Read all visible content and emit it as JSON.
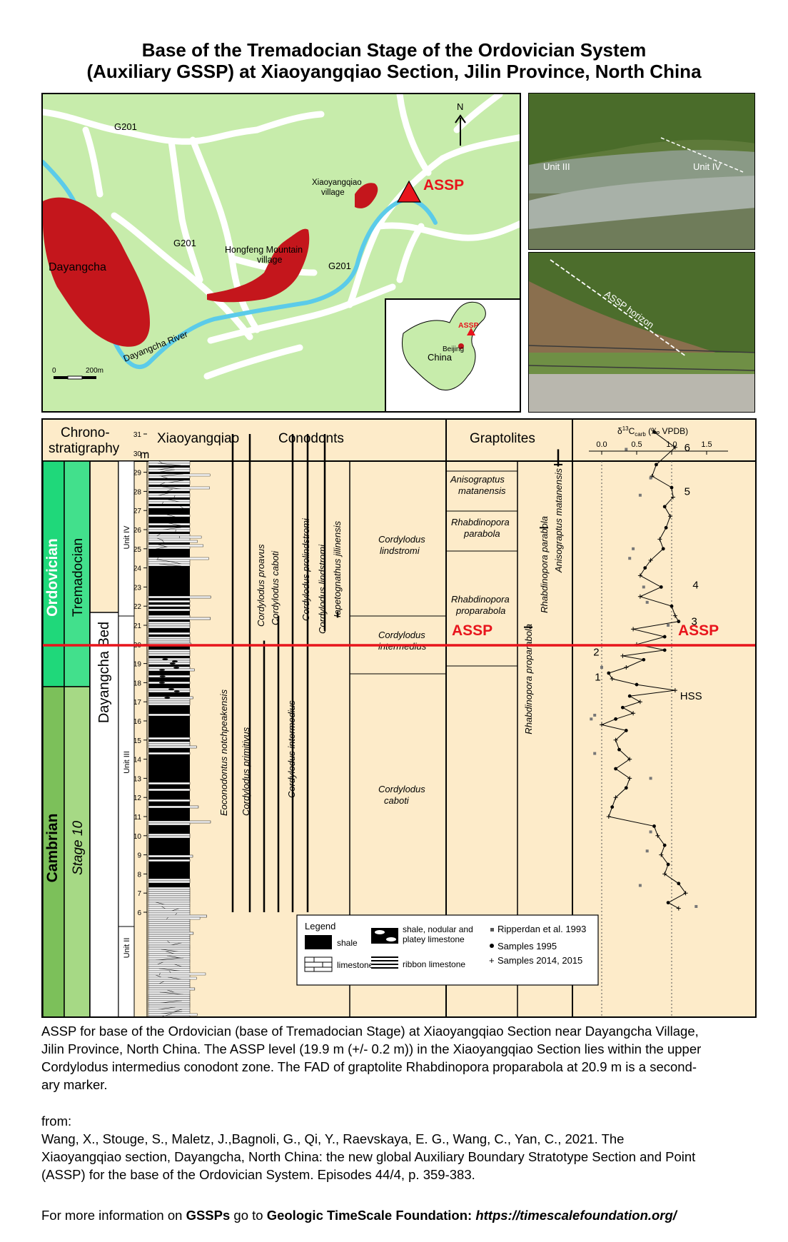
{
  "title": {
    "line1": "Base of the Tremadocian Stage of the Ordovician System",
    "line2": "(Auxiliary GSSP) at Xiaoyangqiao Section, Jilin Province, North China"
  },
  "map": {
    "road_labels": [
      "G201",
      "G201",
      "G201"
    ],
    "north": "N",
    "assp": "ASSP",
    "xiaoyangqiao_1": "Xiaoyangqiao",
    "xiaoyangqiao_2": "village",
    "hongfeng_1": "Hongfeng Mountain",
    "hongfeng_2": "village",
    "dayangcha": "Dayangcha",
    "river": "Dayangcha River",
    "scale_0": "0",
    "scale_200": "200m",
    "inset_china": "China",
    "inset_beijing": "Beijing",
    "inset_assp": "ASSP"
  },
  "photos": {
    "unit3": "Unit III",
    "unit4": "Unit IV",
    "horizon": "ASSP horizon"
  },
  "strat": {
    "hdr_chrono1": "Chrono-",
    "hdr_chrono2": "stratigraphy",
    "hdr_m": "m",
    "hdr_section": "Xiaoyangqiao",
    "hdr_conodonts": "Conodonts",
    "hdr_graptolites": "Graptolites",
    "hdr_isotope_a": "δ",
    "hdr_isotope_b": "13",
    "hdr_isotope_c": "C",
    "hdr_isotope_d": "carb",
    "hdr_isotope_e": " (‰ VPDB)",
    "system_upper": "Ordovician",
    "system_lower": "Cambrian",
    "stage_upper": "Tremadocian",
    "stage_lower": "Stage 10",
    "bed": "Dayangcha Bed",
    "unit4": "Unit IV",
    "unit3": "Unit III",
    "unit2": "Unit II",
    "meters": [
      "6",
      "7",
      "8",
      "9",
      "10",
      "11",
      "12",
      "13",
      "14",
      "15",
      "16",
      "17",
      "18",
      "19",
      "20",
      "21",
      "22",
      "23",
      "24",
      "25",
      "26",
      "27",
      "28",
      "29",
      "30",
      "31"
    ],
    "conodont_taxa": [
      "Eoconodontus notchpeakensis",
      "Cordylodus primitivus",
      "Cordylodus proavus",
      "Cordylodus caboti",
      "Cordylodus intermedius",
      "Cordylodus prolindstromi",
      "Cordylodus lindstromi",
      "Iapetognathus jilinensis"
    ],
    "conodont_zones": {
      "lindstromi_1": "Cordylodus",
      "lindstromi_2": "lindstromi",
      "intermedius_1": "Cordylodus",
      "intermedius_2": "intermedius",
      "caboti_1": "Cordylodus",
      "caboti_2": "caboti"
    },
    "graptolite_zones": {
      "matanensis_1": "Anisograptus",
      "matanensis_2": "matanensis",
      "parabola_1": "Rhabdinopora",
      "parabola_2": "parabola",
      "proparabola_1": "Rhabdinopora",
      "proparabola_2": "proparabola"
    },
    "graptolite_taxa": [
      "Rhabdinopora proparabola",
      "Rhabdinopora parabola",
      "Anisograptus matanensis"
    ],
    "assp_label": "ASSP",
    "event_labels": [
      "1",
      "2",
      "3",
      "4",
      "5",
      "6",
      "HSS"
    ],
    "isotope_ticks": [
      "0.0",
      "0.5",
      "1.0",
      "1.5"
    ],
    "legend": {
      "title": "Legend",
      "shale": "shale",
      "limestone": "limestone",
      "nodular_1": "shale, nodular and",
      "nodular_2": "platey limestone",
      "ribbon": "ribbon limestone",
      "ripperdan": "Ripperdan et al. 1993",
      "s1995": "Samples 1995",
      "s2014": "Samples 2014, 2015"
    }
  },
  "colors": {
    "ordovician": "#1fd87a",
    "tremadocian": "#42e08c",
    "cambrian": "#7cc05a",
    "stage10": "#a6d985",
    "map_bg": "#c7ecab",
    "village_red": "#c4161c",
    "river": "#5bcbe9",
    "assp_red": "#e8141c",
    "panel_bg": "#fdebc9"
  },
  "caption": {
    "p1_l1": "ASSP for base of the Ordovician (base of Tremadocian Stage) at Xiaoyangqiao Section near Dayangcha Village,",
    "p1_l2": "Jilin Province, North China.  The ASSP level (19.9 m (+/- 0.2 m)) in the Xiaoyangqiao Section lies within the upper",
    "p1_l3": "Cordylodus intermedius conodont zone. The FAD of graptolite Rhabdinopora proparabola at 20.9 m is a second-",
    "p1_l4": "ary marker.",
    "p2_l1": "from:",
    "p2_l2": "Wang, X., Stouge, S., Maletz, J.,Bagnoli, G., Qi, Y., Raevskaya, E. G., Wang, C., Yan, C., 2021. The",
    "p2_l3": "Xiaoyangqiao section, Dayangcha, North China: the new global Auxiliary Boundary Stratotype Section and Point",
    "p2_l4": "(ASSP) for the base of the Ordovician System. Episodes 44/4, p. 359-383.",
    "p3_a": "For more information on ",
    "p3_b": "GSSPs",
    "p3_c": " go to ",
    "p3_d": "Geologic TimeScale Foundation: ",
    "p3_e": "https://timescalefoundation.org/"
  }
}
